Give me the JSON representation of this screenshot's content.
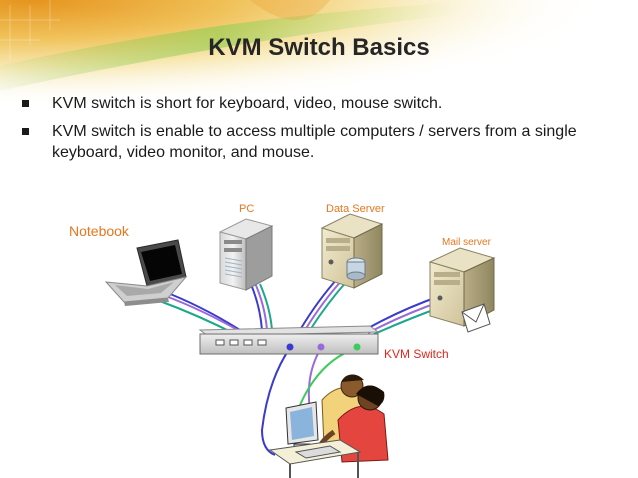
{
  "slide": {
    "title": "KVM Switch Basics",
    "bullets": [
      "KVM switch is short for keyboard, video, mouse switch.",
      "KVM switch is enable to access multiple computers / servers from a single keyboard, video monitor, and mouse."
    ]
  },
  "diagram": {
    "labels": {
      "notebook": "Notebook",
      "pc": "PC",
      "data_server": "Data Server",
      "mail_server": "Mail server",
      "kvm_switch": "KVM Switch"
    }
  },
  "colors": {
    "label_orange": "#E8761E",
    "kvm_label_red": "#E0281E",
    "cable_blue": "#3A3ACF",
    "cable_purple": "#9A6AD8",
    "cable_teal": "#1BA88A",
    "cable_green": "#3CCB5C"
  }
}
